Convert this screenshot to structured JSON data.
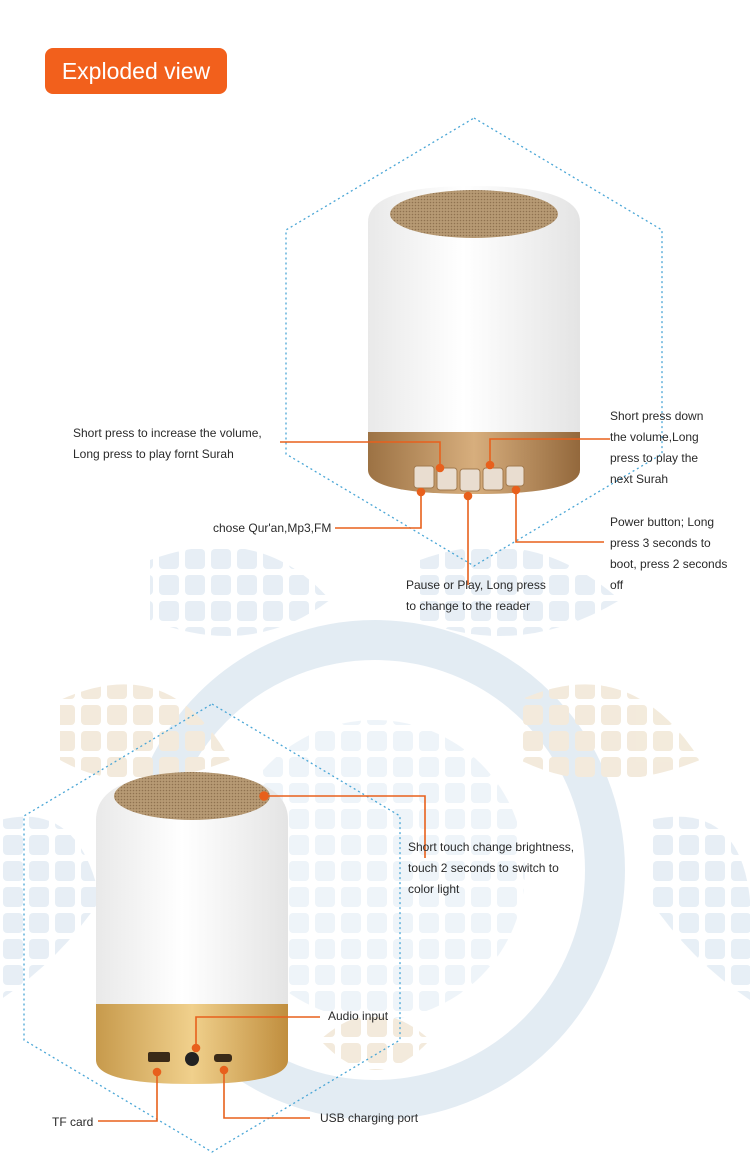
{
  "title": "Exploded view",
  "colors": {
    "accent": "#f2601c",
    "leader_line": "#e8601c",
    "hex_outline": "#4aa6d6",
    "gold": "#b98e5c",
    "gold_light": "#d9b277"
  },
  "top_product": {
    "callouts": [
      {
        "id": "vol-up",
        "text": "Short press to increase the volume,\nLong press to play fornt Surah"
      },
      {
        "id": "vol-down",
        "text": "Short press down\nthe volume,Long\npress to play the\nnext Surah"
      },
      {
        "id": "mode",
        "text": "chose Qur'an,Mp3,FM"
      },
      {
        "id": "power",
        "text": "Power button; Long\npress 3 seconds to\nboot, press 2 seconds\noff"
      },
      {
        "id": "play",
        "text": "Pause or Play, Long press\nto change to the reader"
      }
    ],
    "button_icons": [
      "mode-icon",
      "volume-up-icon",
      "play-pause-icon",
      "volume-down-icon",
      "power-icon"
    ]
  },
  "bottom_product": {
    "callouts": [
      {
        "id": "touch",
        "text": "Short touch change brightness,\ntouch 2 seconds to switch to\ncolor light"
      },
      {
        "id": "audio",
        "text": "Audio input"
      },
      {
        "id": "tf",
        "text": "TF card"
      },
      {
        "id": "usb",
        "text": "USB charging port"
      }
    ]
  }
}
